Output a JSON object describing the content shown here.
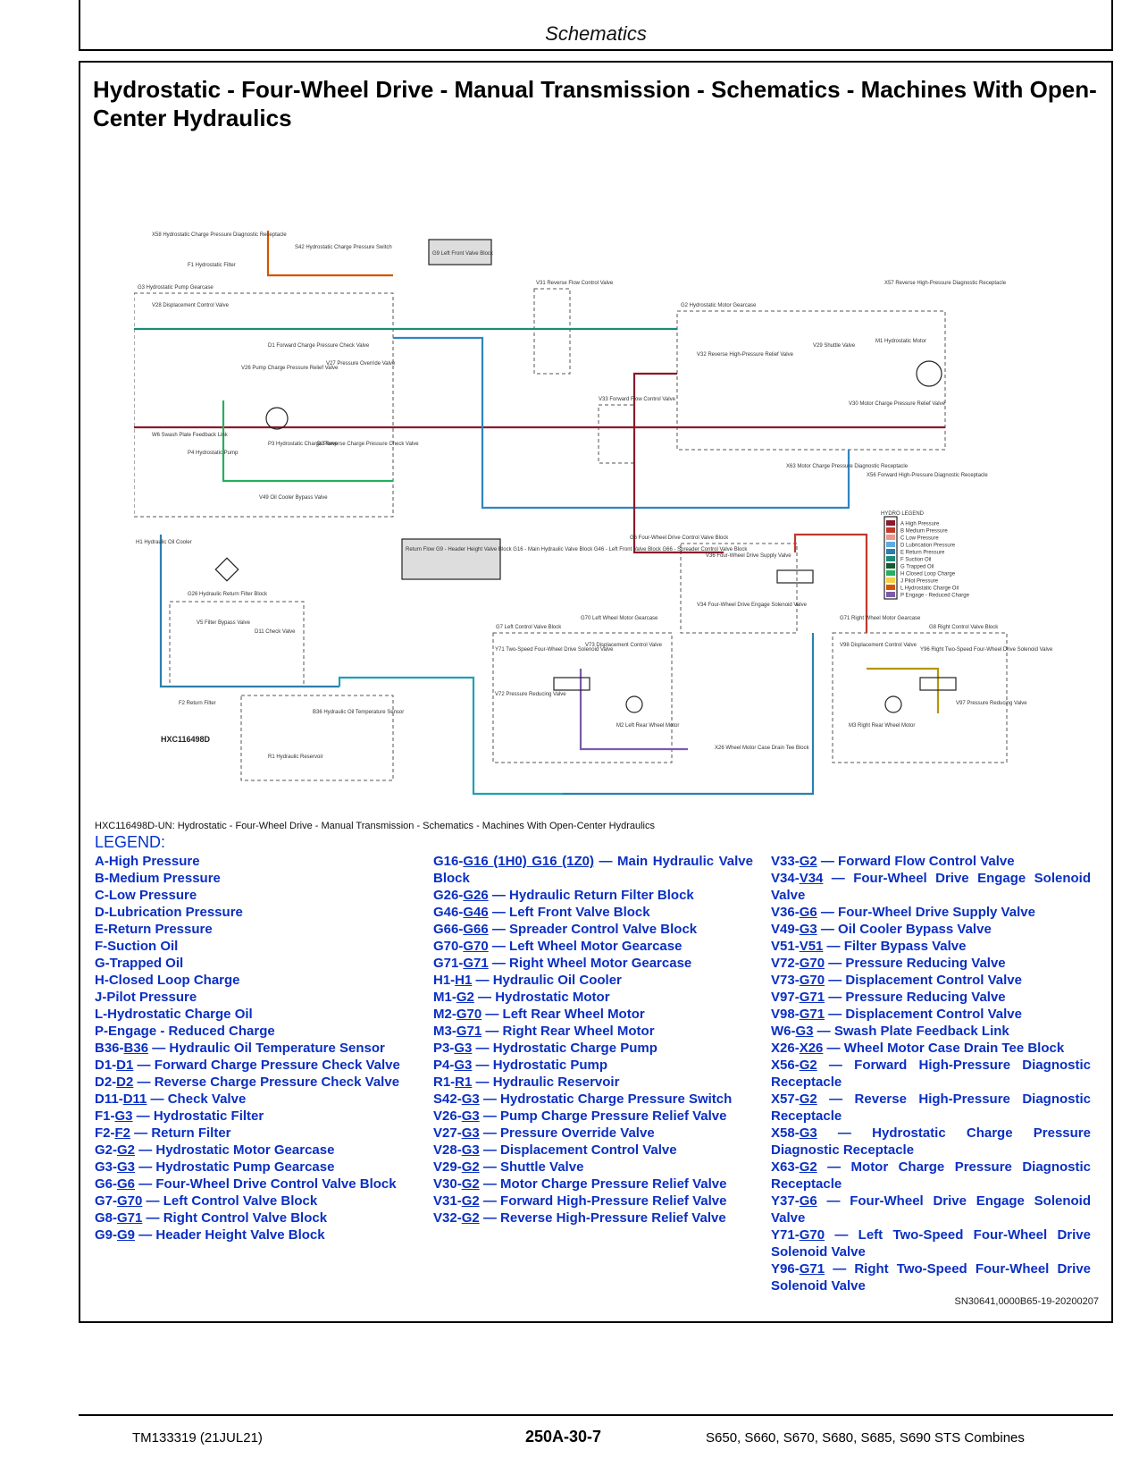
{
  "header": {
    "section": "Schematics"
  },
  "title": "Hydrostatic - Four-Wheel Drive - Manual Transmission - Schematics - Machines With Open-Center Hydraulics",
  "diagram": {
    "figure_id": "HXC116498D",
    "colors": {
      "high_pressure": "#8b1a2b",
      "medium_pressure": "#c0392b",
      "low_pressure": "#2e86c1",
      "lubrication": "#1f9fb8",
      "return": "#2a7fae",
      "suction": "#1e8a7a",
      "charge": "#d35400",
      "closed_loop": "#27ae60",
      "pilot": "#b7950b",
      "reduced_charge": "#7a5ca8"
    },
    "labels": {
      "x58": "X58 Hydrostatic Charge Pressure Diagnostic Receptacle",
      "s42": "S42 Hydrostatic Charge Pressure Switch",
      "g9": "G9 Left Front Valve Block",
      "g3": "G3 Hydrostatic Pump Gearcase",
      "v28": "V28 Displacement Control Valve",
      "f1": "F1 Hydrostatic Filter",
      "d1": "D1 Forward Charge Pressure Check Valve",
      "v26": "V26 Pump Charge Pressure Relief Valve",
      "v27": "V27 Pressure Override Valve",
      "w6": "W6 Swash Plate Feedback Link",
      "p4": "P4 Hydrostatic Pump",
      "p3": "P3 Hydrostatic Charge Pump",
      "d2": "D2 Reverse Charge Pressure Check Valve",
      "v49": "V49 Oil Cooler Bypass Valve",
      "h1": "H1 Hydraulic Oil Cooler",
      "g26": "G26 Hydraulic Return Filter Block",
      "v5": "V5 Filter Bypass Valve",
      "d11": "D11 Check Valve",
      "f2": "F2 Return Filter",
      "b36": "B36 Hydraulic Oil Temperature Sensor",
      "r1": "R1 Hydraulic Reservoir",
      "v31": "V31 Reverse Flow Control Valve",
      "v33": "V33 Forward Flow Control Valve",
      "g2": "G2 Hydrostatic Motor Gearcase",
      "v32": "V32 Reverse High-Pressure Relief Valve",
      "v29": "V29 Shuttle Valve",
      "m1": "M1 Hydrostatic Motor",
      "v30": "V30 Motor Charge Pressure Relief Valve",
      "x57": "X57 Reverse High-Pressure Diagnostic Receptacle",
      "x63": "X63 Motor Charge Pressure Diagnostic Receptacle",
      "x56": "X56 Forward High-Pressure Diagnostic Receptacle",
      "g6": "G6 Four-Wheel Drive Control Valve Block",
      "v36": "V36 Four-Wheel Drive Supply Valve",
      "v34": "V34 Four-Wheel Drive Engage Solenoid Valve",
      "g7": "G7 Left Control Valve Block",
      "g70": "G70 Left Wheel Motor Gearcase",
      "g71": "G71 Right Wheel Motor Gearcase",
      "g8": "G8 Right Control Valve Block",
      "y71": "Y71 Two-Speed Four-Wheel Drive Solenoid Valve",
      "v73": "V73 Displacement Control Valve",
      "v98": "V98 Displacement Control Valve",
      "y96": "Y96 Right Two-Speed Four-Wheel Drive Solenoid Valve",
      "v72": "V72 Pressure Reducing Valve",
      "v97": "V97 Pressure Reducing Valve",
      "m2": "M2 Left Rear Wheel Motor",
      "m3": "M3 Right Rear Wheel Motor",
      "x26": "X26 Wheel Motor Case Drain Tee Block",
      "return_flow_box": "Return Flow  G9 - Header Height Valve Block  G16 - Main Hydraulic Valve Block  G46 - Left Front Valve Block  G66 - Spreader Control Valve Block",
      "hydro_legend_title": "HYDRO LEGEND"
    },
    "hydro_legend": [
      {
        "key": "A",
        "label": "High Pressure",
        "color": "#8b1a2b"
      },
      {
        "key": "B",
        "label": "Medium Pressure",
        "color": "#c0392b"
      },
      {
        "key": "C",
        "label": "Low Pressure",
        "color": "#f1948a"
      },
      {
        "key": "D",
        "label": "Lubrication Pressure",
        "color": "#5dade2"
      },
      {
        "key": "E",
        "label": "Return Pressure",
        "color": "#2a7fae"
      },
      {
        "key": "F",
        "label": "Suction Oil",
        "color": "#1e8a7a"
      },
      {
        "key": "G",
        "label": "Trapped Oil",
        "color": "#145a32"
      },
      {
        "key": "H",
        "label": "Closed Loop Charge",
        "color": "#27ae60"
      },
      {
        "key": "J",
        "label": "Pilot Pressure",
        "color": "#f4d03f"
      },
      {
        "key": "L",
        "label": "Hydrostatic Charge Oil",
        "color": "#d35400"
      },
      {
        "key": "P",
        "label": "Engage - Reduced Charge",
        "color": "#7a5ca8"
      }
    ]
  },
  "caption": "HXC116498D-UN: Hydrostatic - Four-Wheel Drive - Manual Transmission - Schematics - Machines With Open-Center Hydraulics",
  "legend": {
    "heading": "LEGEND:",
    "col1": [
      {
        "pre": "A-High Pressure",
        "code": "",
        "post": ""
      },
      {
        "pre": "B-Medium Pressure",
        "code": "",
        "post": ""
      },
      {
        "pre": "C-Low Pressure",
        "code": "",
        "post": ""
      },
      {
        "pre": "D-Lubrication Pressure",
        "code": "",
        "post": ""
      },
      {
        "pre": "E-Return Pressure",
        "code": "",
        "post": ""
      },
      {
        "pre": "F-Suction Oil",
        "code": "",
        "post": ""
      },
      {
        "pre": "G-Trapped Oil",
        "code": "",
        "post": ""
      },
      {
        "pre": "H-Closed Loop Charge",
        "code": "",
        "post": ""
      },
      {
        "pre": "J-Pilot Pressure",
        "code": "",
        "post": ""
      },
      {
        "pre": "L-Hydrostatic Charge Oil",
        "code": "",
        "post": ""
      },
      {
        "pre": "P-Engage - Reduced Charge",
        "code": "",
        "post": ""
      },
      {
        "pre": "B36-",
        "code": "B36",
        "post": "— Hydraulic Oil Temperature Sensor"
      },
      {
        "pre": "D1-",
        "code": "D1",
        "post": "— Forward Charge Pressure Check Valve"
      },
      {
        "pre": "D2-",
        "code": "D2",
        "post": "— Reverse Charge Pressure Check Valve"
      },
      {
        "pre": "D11-",
        "code": "D11",
        "post": "— Check Valve"
      },
      {
        "pre": "F1-",
        "code": "G3",
        "post": "— Hydrostatic Filter"
      },
      {
        "pre": "F2-",
        "code": "F2",
        "post": "— Return Filter"
      },
      {
        "pre": "G2-",
        "code": "G2",
        "post": "— Hydrostatic Motor Gearcase"
      },
      {
        "pre": "G3-",
        "code": "G3",
        "post": "— Hydrostatic Pump Gearcase"
      },
      {
        "pre": "G6-",
        "code": "G6",
        "post": "— Four-Wheel Drive Control Valve Block"
      },
      {
        "pre": "G7-",
        "code": "G70",
        "post": "— Left Control Valve Block"
      },
      {
        "pre": "G8-",
        "code": "G71",
        "post": "— Right Control Valve Block"
      },
      {
        "pre": "G9-",
        "code": "G9",
        "post": "— Header Height Valve Block"
      }
    ],
    "col2": [
      {
        "pre": "G16-",
        "code": "G16 (1H0) G16 (1Z0)",
        "post": "— Main Hydraulic Valve Block"
      },
      {
        "pre": "G26-",
        "code": "G26",
        "post": "— Hydraulic Return Filter Block"
      },
      {
        "pre": "G46-",
        "code": "G46",
        "post": "— Left Front Valve Block"
      },
      {
        "pre": "G66-",
        "code": "G66",
        "post": "— Spreader Control Valve Block"
      },
      {
        "pre": "G70-",
        "code": "G70",
        "post": "— Left Wheel Motor Gearcase"
      },
      {
        "pre": "G71-",
        "code": "G71",
        "post": "— Right Wheel Motor Gearcase"
      },
      {
        "pre": "H1-",
        "code": "H1",
        "post": "— Hydraulic Oil Cooler"
      },
      {
        "pre": "M1-",
        "code": "G2",
        "post": "— Hydrostatic Motor"
      },
      {
        "pre": "M2-",
        "code": "G70",
        "post": "— Left Rear Wheel Motor"
      },
      {
        "pre": "M3-",
        "code": "G71",
        "post": "— Right Rear Wheel Motor"
      },
      {
        "pre": "P3-",
        "code": "G3",
        "post": "— Hydrostatic Charge Pump"
      },
      {
        "pre": "P4-",
        "code": "G3",
        "post": "— Hydrostatic Pump"
      },
      {
        "pre": "R1-",
        "code": "R1",
        "post": "— Hydraulic Reservoir"
      },
      {
        "pre": "S42-",
        "code": "G3",
        "post": "— Hydrostatic Charge Pressure Switch"
      },
      {
        "pre": "V26-",
        "code": "G3",
        "post": "— Pump Charge Pressure Relief Valve"
      },
      {
        "pre": "V27-",
        "code": "G3",
        "post": "— Pressure Override Valve"
      },
      {
        "pre": "V28-",
        "code": "G3",
        "post": "— Displacement Control Valve"
      },
      {
        "pre": "V29-",
        "code": "G2",
        "post": "— Shuttle Valve"
      },
      {
        "pre": "V30-",
        "code": "G2",
        "post": "— Motor Charge Pressure Relief Valve"
      },
      {
        "pre": "V31-",
        "code": "G2",
        "post": "— Forward High-Pressure Relief Valve"
      },
      {
        "pre": "V32-",
        "code": "G2",
        "post": "— Reverse High-Pressure Relief Valve"
      }
    ],
    "col3": [
      {
        "pre": "V33-",
        "code": "G2",
        "post": "— Forward Flow Control Valve"
      },
      {
        "pre": "V34-",
        "code": "V34",
        "post": "— Four-Wheel Drive Engage Solenoid Valve"
      },
      {
        "pre": "V36-",
        "code": "G6",
        "post": "— Four-Wheel Drive Supply Valve"
      },
      {
        "pre": "V49-",
        "code": "G3",
        "post": "— Oil Cooler Bypass Valve"
      },
      {
        "pre": "V51-",
        "code": "V51",
        "post": "— Filter Bypass Valve"
      },
      {
        "pre": "V72-",
        "code": "G70",
        "post": "— Pressure Reducing Valve"
      },
      {
        "pre": "V73-",
        "code": "G70",
        "post": "— Displacement Control Valve"
      },
      {
        "pre": "V97-",
        "code": "G71",
        "post": "— Pressure Reducing Valve"
      },
      {
        "pre": "V98-",
        "code": "G71",
        "post": "— Displacement Control Valve"
      },
      {
        "pre": "W6-",
        "code": "G3",
        "post": "— Swash Plate Feedback Link"
      },
      {
        "pre": "X26-",
        "code": "X26",
        "post": "— Wheel Motor Case Drain Tee Block"
      },
      {
        "pre": "X56-",
        "code": "G2",
        "post": "— Forward High-Pressure Diagnostic Receptacle"
      },
      {
        "pre": "X57-",
        "code": "G2",
        "post": "— Reverse High-Pressure Diagnostic Receptacle"
      },
      {
        "pre": "X58-",
        "code": "G3",
        "post": "— Hydrostatic Charge Pressure Diagnostic Receptacle"
      },
      {
        "pre": "X63-",
        "code": "G2",
        "post": "— Motor Charge Pressure Diagnostic Receptacle"
      },
      {
        "pre": "Y37-",
        "code": "G6",
        "post": "— Four-Wheel Drive Engage Solenoid Valve"
      },
      {
        "pre": "Y71-",
        "code": "G70",
        "post": "— Left Two-Speed Four-Wheel Drive Solenoid Valve"
      },
      {
        "pre": "Y96-",
        "code": "G71",
        "post": "— Right Two-Speed Four-Wheel Drive Solenoid Valve"
      }
    ]
  },
  "sn_ref": "SN30641,0000B65-19-20200207",
  "footer": {
    "left": "TM133319 (21JUL21)",
    "center": "250A-30-7",
    "right": "S650, S660, S670, S680, S685, S690 STS Combines"
  }
}
